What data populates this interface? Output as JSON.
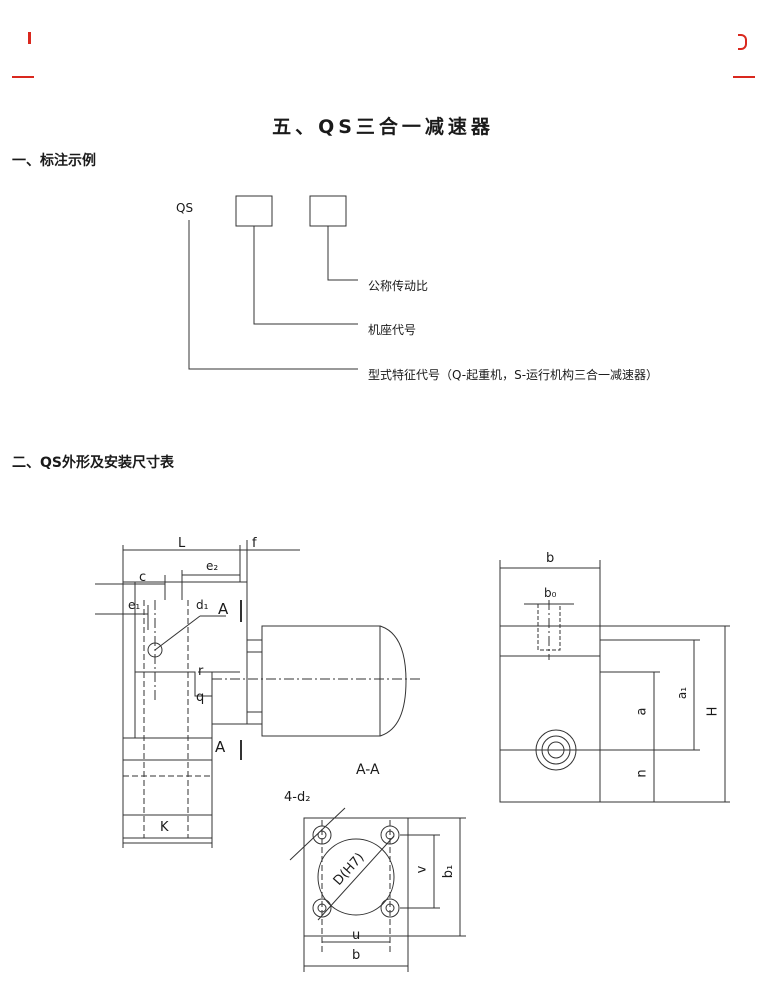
{
  "title": "五、QS三合一减速器",
  "section1": {
    "heading": "一、标注示例",
    "prefix": "QS",
    "labels": {
      "ratio": "公称传动比",
      "frame": "机座代号",
      "type": "型式特征代号（Q-起重机，S-运行机构三合一减速器）"
    }
  },
  "section2": {
    "heading": "二、QS外形及安装尺寸表",
    "dims_front": {
      "L": "L",
      "f": "f",
      "c": "c",
      "e2": "e₂",
      "e1": "e₁",
      "d1": "d₁",
      "A_top": "A",
      "A_bottom": "A",
      "r": "r",
      "q": "q",
      "K": "K"
    },
    "dims_side": {
      "b": "b",
      "b0": "b₀",
      "a1": "a₁",
      "a": "a",
      "H": "H",
      "n": "n"
    },
    "dims_section": {
      "caption": "A-A",
      "holes": "4-d₂",
      "bore": "D(H7)",
      "v": "v",
      "b1": "b₁",
      "u": "u",
      "b": "b"
    }
  },
  "colors": {
    "accent_red": "#d9281e",
    "line": "#333333",
    "text": "#1a1a1a"
  }
}
